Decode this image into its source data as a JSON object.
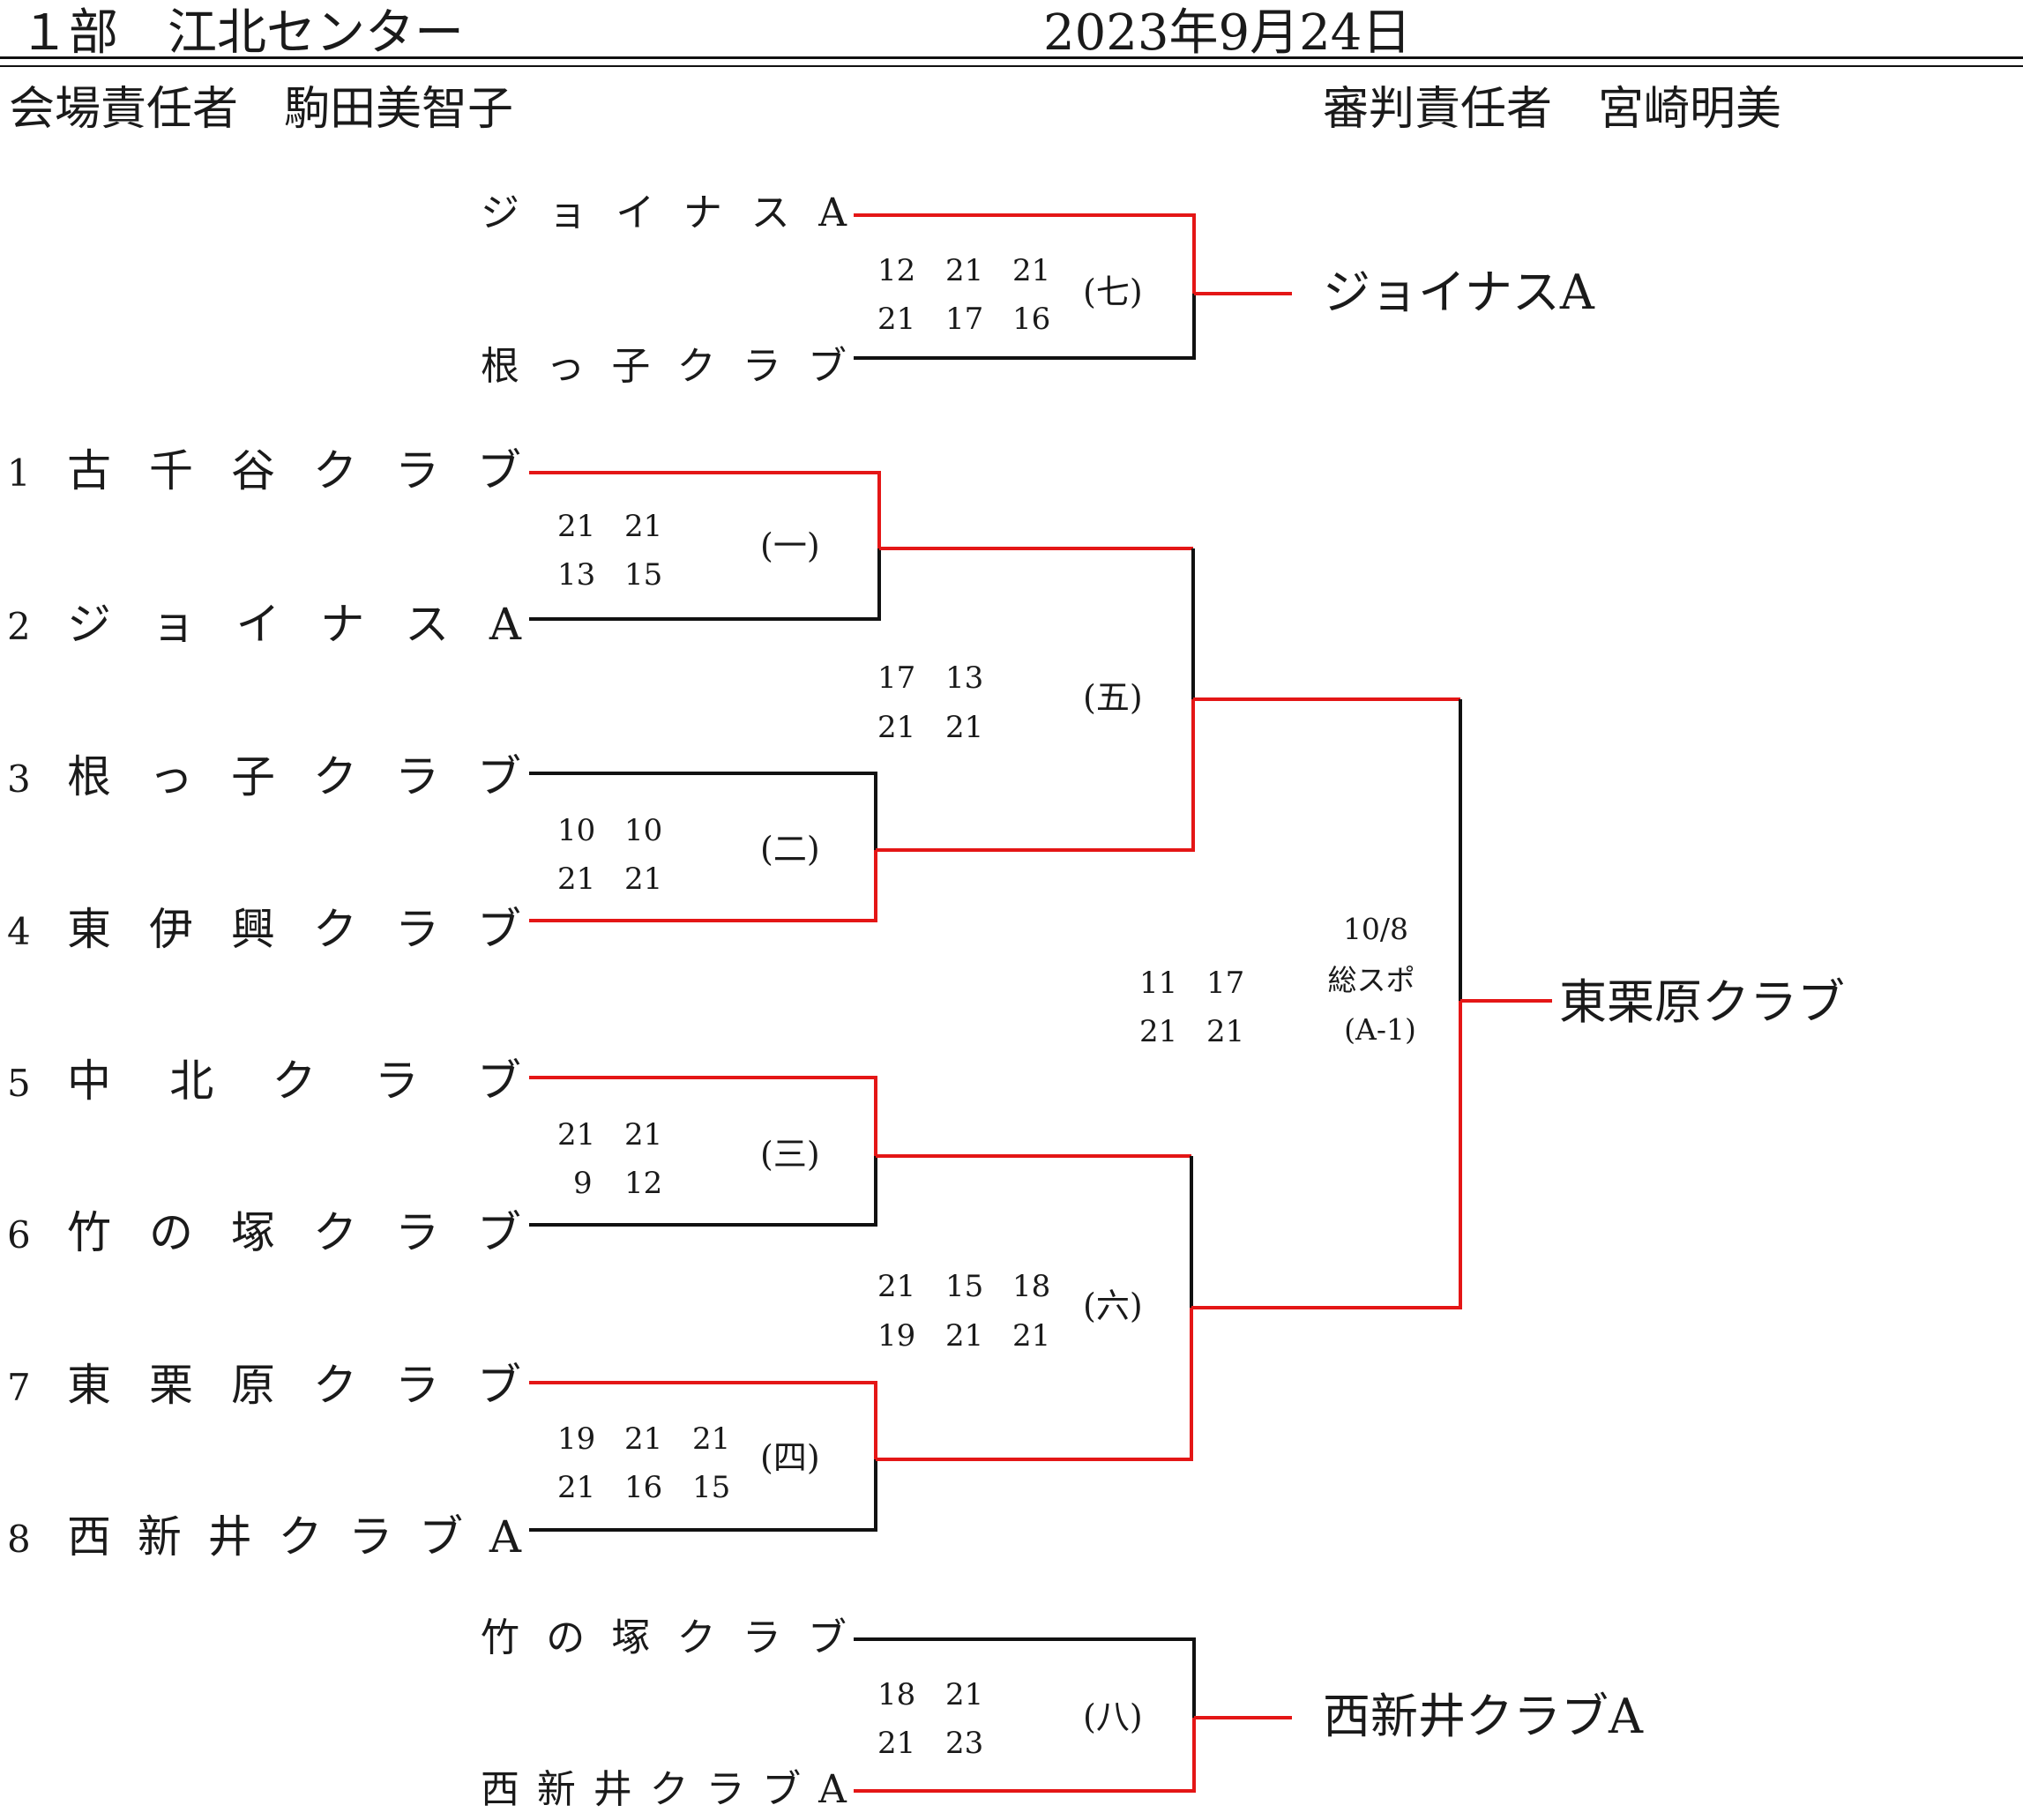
{
  "header": {
    "division_venue": "１部　江北センター",
    "date": "2023年9月24日",
    "venue_manager": "会場責任者　駒田美智子",
    "referee_manager": "審判責任者　宮崎明美"
  },
  "main_bracket": {
    "teams": [
      {
        "seed": "1",
        "name": "古千谷クラブ"
      },
      {
        "seed": "2",
        "name": "ジョイナスA"
      },
      {
        "seed": "3",
        "name": "根っ子クラブ"
      },
      {
        "seed": "4",
        "name": "東伊興クラブ"
      },
      {
        "seed": "5",
        "name": "中北クラブ"
      },
      {
        "seed": "6",
        "name": "竹の塚クラブ"
      },
      {
        "seed": "7",
        "name": "東栗原クラブ"
      },
      {
        "seed": "8",
        "name": "西新井クラブA"
      }
    ],
    "matches": [
      {
        "label": "(一)",
        "top": [
          "21",
          "21"
        ],
        "bottom": [
          "13",
          "15"
        ]
      },
      {
        "label": "(二)",
        "top": [
          "10",
          "10"
        ],
        "bottom": [
          "21",
          "21"
        ]
      },
      {
        "label": "(三)",
        "top": [
          "21",
          "21"
        ],
        "bottom": [
          "9",
          "12"
        ]
      },
      {
        "label": "(四)",
        "top": [
          "19",
          "21",
          "21"
        ],
        "bottom": [
          "21",
          "16",
          "15"
        ]
      },
      {
        "label": "(五)",
        "top": [
          "17",
          "13"
        ],
        "bottom": [
          "21",
          "21"
        ]
      },
      {
        "label": "(六)",
        "top": [
          "21",
          "15",
          "18"
        ],
        "bottom": [
          "19",
          "21",
          "21"
        ]
      }
    ],
    "final": {
      "scores_top": [
        "11",
        "17"
      ],
      "scores_bottom": [
        "21",
        "21"
      ],
      "note": [
        "10/8",
        "総スポ",
        "(A-1)"
      ],
      "winner": "東栗原クラブ"
    }
  },
  "playoff_7": {
    "team_top": "ジョイナスA",
    "team_bottom": "根っ子クラブ",
    "label": "(七)",
    "top": [
      "12",
      "21",
      "21"
    ],
    "bottom": [
      "21",
      "17",
      "16"
    ],
    "winner": "ジョイナスA"
  },
  "playoff_8": {
    "team_top": "竹の塚クラブ",
    "team_bottom": "西新井クラブA",
    "label": "(八)",
    "top": [
      "18",
      "21"
    ],
    "bottom": [
      "21",
      "23"
    ],
    "winner": "西新井クラブA"
  },
  "colors": {
    "winner_line": "#e41616",
    "loser_line": "#111111"
  }
}
